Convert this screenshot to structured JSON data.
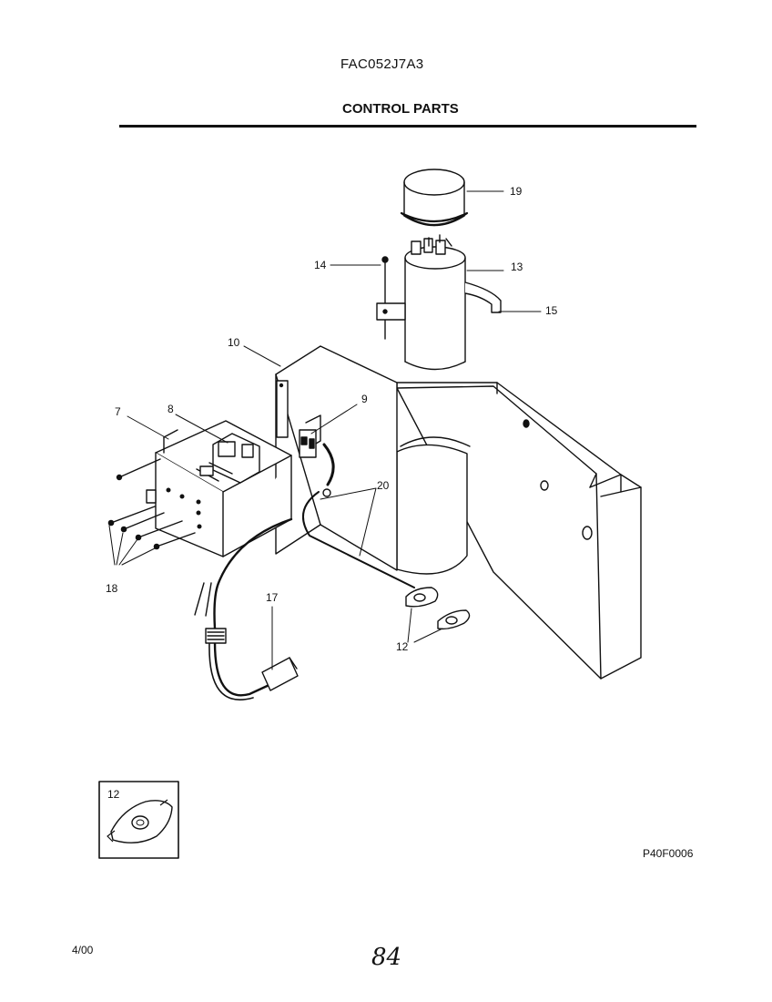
{
  "header": {
    "model": "FAC052J7A3",
    "title": "CONTROL PARTS"
  },
  "callouts": [
    "19",
    "14",
    "13",
    "15",
    "10",
    "7",
    "8",
    "9",
    "20",
    "18",
    "17",
    "12"
  ],
  "inset_label": "12",
  "footer": {
    "figure_code": "P40F0006",
    "date": "4/00",
    "page_number": "84"
  }
}
